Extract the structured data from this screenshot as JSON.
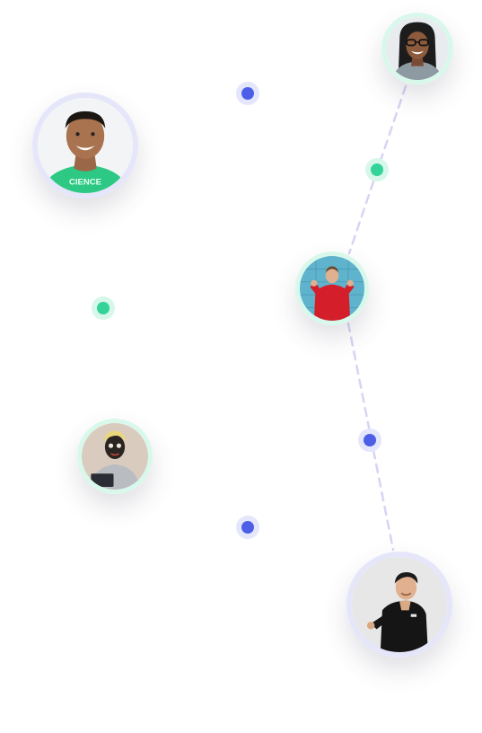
{
  "colors": {
    "accent_blue": "#4c5fe6",
    "accent_blue_halo": "#e4e6fb",
    "accent_green": "#34d399",
    "accent_green_halo": "#d6f7ea",
    "ring_purple": "#e6e6fb",
    "ring_green": "#d9f8ec",
    "connector_line": "#d7d4f4"
  },
  "avatars": [
    {
      "name": "avatar-woman-glasses",
      "icon": "person-photo"
    },
    {
      "name": "avatar-man-green-shirt",
      "icon": "person-photo",
      "shirt_text": "CIENCE"
    },
    {
      "name": "avatar-man-red-sweater",
      "icon": "person-photo"
    },
    {
      "name": "avatar-person-face-mask",
      "icon": "person-photo"
    },
    {
      "name": "avatar-man-black-shirt",
      "icon": "person-photo"
    }
  ],
  "markers": [
    {
      "name": "marker-dot-blue",
      "color": "#4c5fe6"
    },
    {
      "name": "marker-dot-green",
      "color": "#34d399"
    }
  ]
}
